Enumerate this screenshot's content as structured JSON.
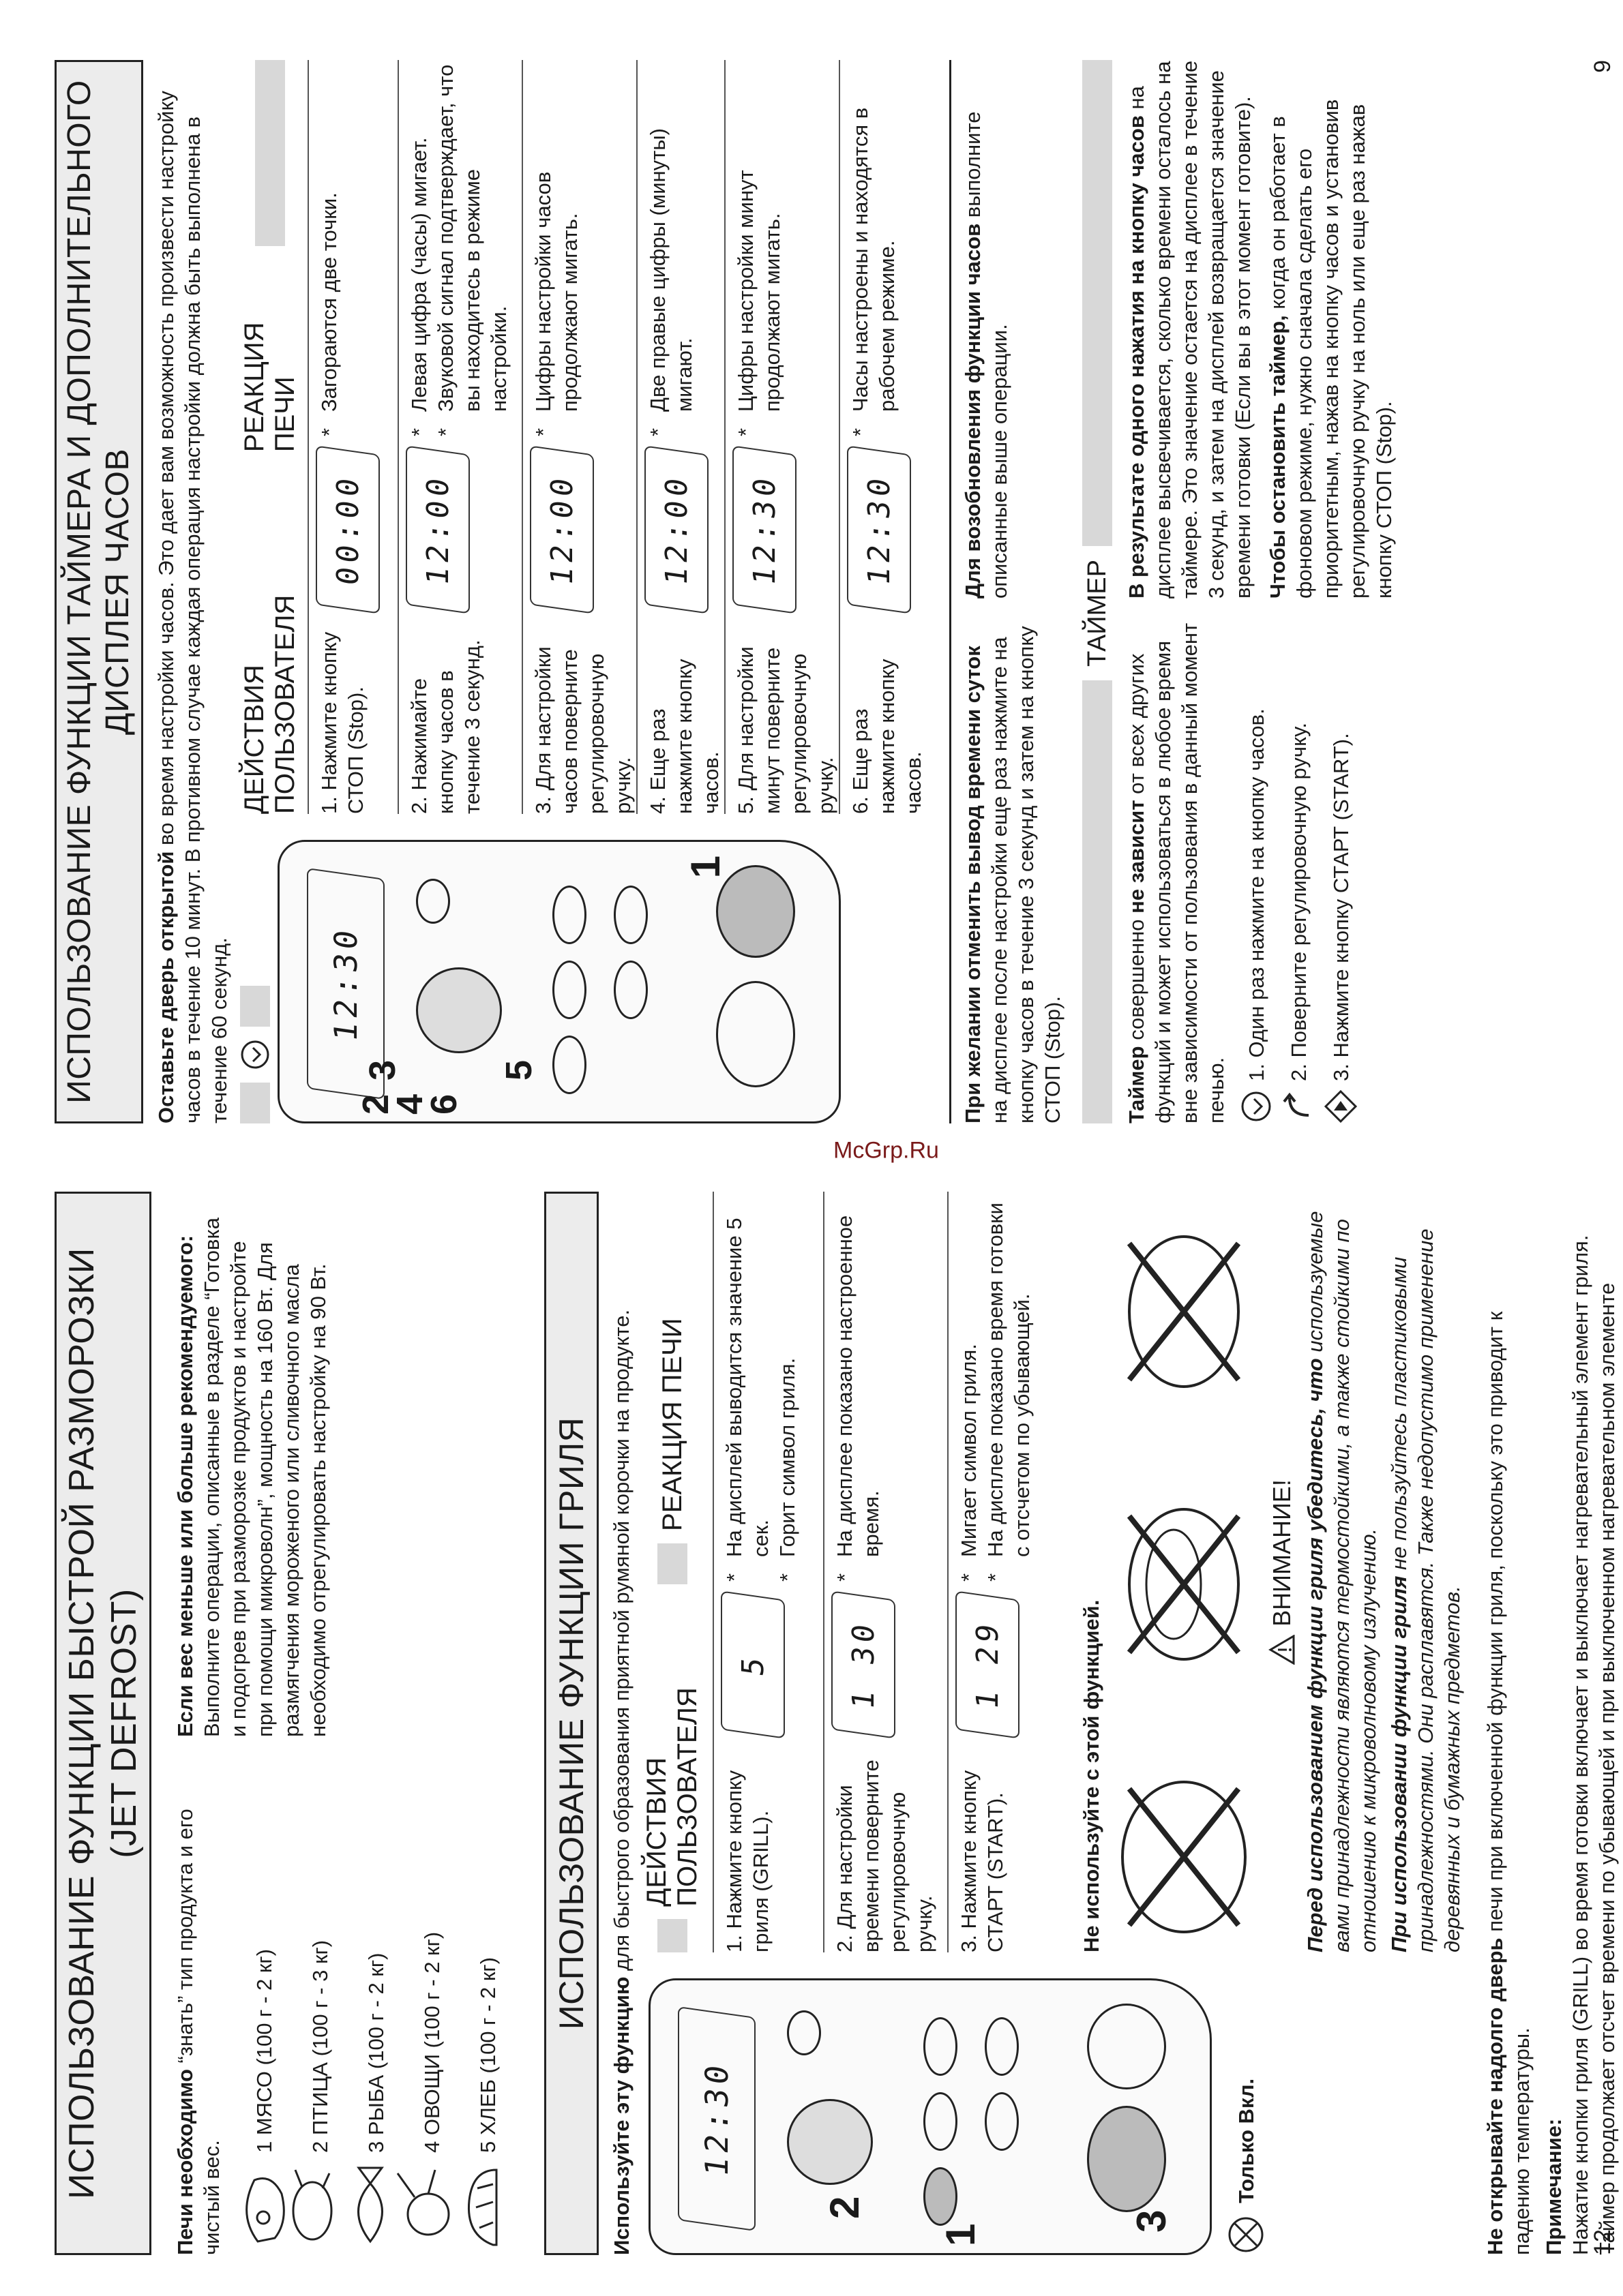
{
  "left_page": {
    "page_number": "12",
    "defrost": {
      "title_line1": "ИСПОЛЬЗОВАНИЕ ФУНКЦИИ БЫСТРОЙ РАЗМОРОЗКИ",
      "title_line2": "(JET DEFROST)",
      "intro_bold": "Печи необходимо",
      "intro_rest": " “знать” тип продукта и его чистый вес.",
      "foods": [
        "1 МЯСО (100 г - 2 кг)",
        "2 ПТИЦА (100 г - 3 кг)",
        "3 РЫБА (100 г - 2 кг)",
        "4 ОВОЩИ (100 г - 2 кг)",
        "5 ХЛЕБ (100 г - 2 кг)"
      ],
      "note_title": "Если вес меньше или больше рекомендуемого:",
      "note_text": "Выполните операции, описанные в разделе “Готовка и подогрев при разморозке продуктов и настройте при помощи микроволн”, мощность на 160 Вт. Для размягчения мороженого или сливочного масла необходимо отрегулировать настройку на 90 Вт."
    },
    "grill": {
      "title": "ИСПОЛЬЗОВАНИЕ ФУНКЦИИ ГРИЛЯ",
      "intro_bold": "Используйте эту функцию",
      "intro_rest": " для быстрого образования приятной румяной корочки на продукте.",
      "col_user": "ДЕЙСТВИЯ ПОЛЬЗОВАТЕЛЯ",
      "col_oven": "РЕАКЦИЯ ПЕЧИ",
      "steps": [
        {
          "action": "1. Нажмите кнопку гриля (GRILL).",
          "display": "5",
          "reactions": [
            "На дисплей выводится значение 5 сек.",
            "Горит символ гриля."
          ]
        },
        {
          "action": "2. Для настройки времени поверните регулировочную ручку.",
          "display": "1 30",
          "reactions": [
            "На дисплее показано настроенное время."
          ]
        },
        {
          "action": "3. Нажмите кнопку СТАРТ (START).",
          "display": "1 29",
          "reactions": [
            "Мигает символ гриля.",
            "На дисплее показано время готовки с отсчетом по убывающей."
          ]
        }
      ],
      "only_on": "Только Вкл.",
      "dont_use": "Не используйте с этой функцией.",
      "warning_title": "ВНИМАНИЕ!",
      "warning_p1_bold": "Перед использованием функции гриля убедитесь, что",
      "warning_p1_rest": " используемые вами принадлежности являются термостойкими, а также стойкими по отношению к микроволновому излучению.",
      "warning_p2_bold": "При использовании функции гриля",
      "warning_p2_rest": " не пользуйтесь пластиковыми принадлежностями. Они расплавятся. Также недопустимо применение деревянных и бумажных предметов.",
      "door_bold": "Не открывайте надолго дверь",
      "door_rest": " печи при включенной функции гриля, поскольку это приводит к падению температуры.",
      "remark_title": "Примечание:",
      "remark_text": "Нажатие кнопки гриля (GRILL) во время готовки включает и выключает нагревательный элемент гриля. Таймер продолжает отсчет времени по убывающей и при выключенном нагревательном элементе гриля.",
      "panel_numbers": [
        "1",
        "2",
        "3"
      ]
    }
  },
  "right_page": {
    "page_number": "9",
    "clock": {
      "title_line1": "ИСПОЛЬЗОВАНИЕ ФУНКЦИИ ТАЙМЕРА И ДОПОЛНИТЕЛЬНОГО",
      "title_line2": "ДИСПЛЕЯ ЧАСОВ",
      "intro_bold": "Оставьте дверь открытой",
      "intro_rest": " во время настройки часов. Это дает вам возможность произвести настройку часов в течение 10 минут. В противном случае каждая операция настройки должна быть выполнена в течение 60 секунд.",
      "col_user": "ДЕЙСТВИЯ ПОЛЬЗОВАТЕЛЯ",
      "col_oven": "РЕАКЦИЯ ПЕЧИ",
      "steps": [
        {
          "action": "1. Нажмите кнопку СТОП (Stop).",
          "display": "00:00",
          "reactions": [
            "Загораются две точки."
          ]
        },
        {
          "action": "2. Нажимайте кнопку часов в течение 3 секунд.",
          "display": "12:00",
          "reactions": [
            "Левая цифра (часы) мигает.",
            "Звуковой сигнал подтверждает, что вы находитесь в режиме настройки."
          ]
        },
        {
          "action": "3. Для настройки часов поверните регулировочную ручку.",
          "display": "12:00",
          "reactions": [
            "Цифры настройки часов продолжают мигать."
          ]
        },
        {
          "action": "4. Еще раз нажмите кнопку часов.",
          "display": "12:00",
          "reactions": [
            "Две правые цифры (минуты) мигают."
          ]
        },
        {
          "action": "5. Для настройки минут поверните регулировочную ручку.",
          "display": "12:30",
          "reactions": [
            "Цифры настройки минут продолжают мигать."
          ]
        },
        {
          "action": "6. Еще раз нажмите кнопку часов.",
          "display": "12:30",
          "reactions": [
            "Часы настроены и находятся в рабочем режиме."
          ]
        }
      ],
      "cancel_bold": "При желании отменить вывод времени суток",
      "cancel_rest": " на дисплее после настройки еще раз нажмите на кнопку часов в течение 3 секунд и затем на кнопку СТОП (Stop).",
      "restore_bold": "Для возобновления функции часов",
      "restore_rest": " выполните описанные выше операции.",
      "panel_numbers": [
        "1",
        "2",
        "3",
        "4",
        "5",
        "6"
      ]
    },
    "timer": {
      "title": "ТАЙМЕР",
      "intro_bold": "Таймер",
      "intro_mid": " совершенно ",
      "intro_bold2": "не зависит",
      "intro_rest": " от всех других функций и может использоваться в любое время вне зависимости от пользования в данный момент печью.",
      "steps": [
        "1. Один раз нажмите на кнопку часов.",
        "2. Поверните регулировочную ручку.",
        "3. Нажмите кнопку СТАРТ (START)."
      ],
      "result_bold": "В результате одного нажатия на кнопку часов",
      "result_rest": " на дисплее высвечивается, сколько времени осталось на таймере. Это значение остается на дисплее в течение 3 секунд, и затем на дисплей возвращается значение времени готовки (Если вы в этот момент готовите).",
      "stop_bold": "Чтобы остановить таймер,",
      "stop_rest": " когда он работает в фоновом режиме, нужно сначала сделать его приоритетным, нажав на кнопку часов и установив регулировочную ручку на ноль или еще раз нажав кнопку СТОП (Stop)."
    }
  },
  "watermark": "McGrp.Ru"
}
